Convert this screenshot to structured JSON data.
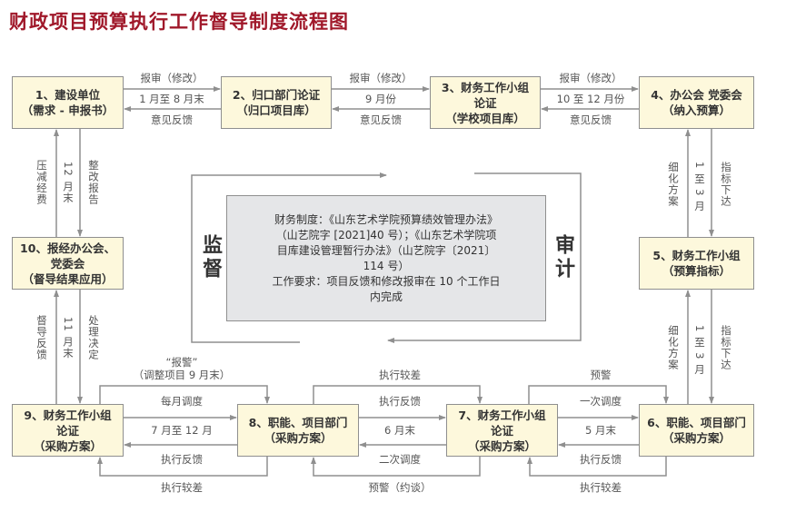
{
  "title": "财政项目预算执行工作督导制度流程图",
  "boxes": {
    "b1": [
      "1、建设单位",
      "（需求 - 申报书）"
    ],
    "b2": [
      "2、归口部门论证",
      "（归口项目库）"
    ],
    "b3": [
      "3、财务工作小组",
      "论证",
      "（学校项目库）"
    ],
    "b4": [
      "4、办公会 党委会",
      "（纳入预算）"
    ],
    "b5": [
      "5、财务工作小组",
      "（预算指标）"
    ],
    "b6": [
      "6、职能、项目部门",
      "（采购方案）"
    ],
    "b7": [
      "7、财务工作小组",
      "论证",
      "（采购方案）"
    ],
    "b8": [
      "8、职能、项目部门",
      "（采购方案）"
    ],
    "b9": [
      "9、财务工作小组",
      "论证",
      "（采购方案）"
    ],
    "b10": [
      "10、报经办公会、",
      "党委会",
      "（督导结果应用）"
    ]
  },
  "center": [
    "财务制度：《山东艺术学院预算绩效管理办法》",
    "（山艺院字 [2021]40 号）；《山东艺术学院项",
    "目库建设管理暂行办法》（山艺院字〔2021〕",
    "114 号）",
    "工作要求：项目反馈和修改报审在 10 个工作日",
    "内完成"
  ],
  "side": {
    "left": "监督",
    "right": "审计"
  },
  "labels": {
    "e12": [
      "报审（修改）",
      "1 月至 8 月末",
      "意见反馈"
    ],
    "e23": [
      "报审（修改）",
      "9 月份",
      "意见反馈"
    ],
    "e34": [
      "报审（修改）",
      "10 至 12 月份",
      "意见反馈"
    ],
    "v1_10": [
      "压减经费",
      "12 月末",
      "整改报告"
    ],
    "v10_9": [
      "督导反馈",
      "11 月末",
      "处理决定"
    ],
    "v4_5": [
      "细化方案",
      "1 至 3 月",
      "指标下达"
    ],
    "v5_6": [
      "细化方案",
      "1 至 3 月",
      "指标下达"
    ],
    "e98": [
      "“报警”",
      "（调整项目 9 月末）",
      "每月调度",
      "7 月至 12 月",
      "执行反馈",
      "执行较差"
    ],
    "e87": [
      "执行较差",
      "执行反馈",
      "6 月末",
      "二次调度",
      "预警（约谈）"
    ],
    "e76": [
      "预警",
      "一次调度",
      "5 月末",
      "执行反馈",
      "执行较差"
    ]
  }
}
